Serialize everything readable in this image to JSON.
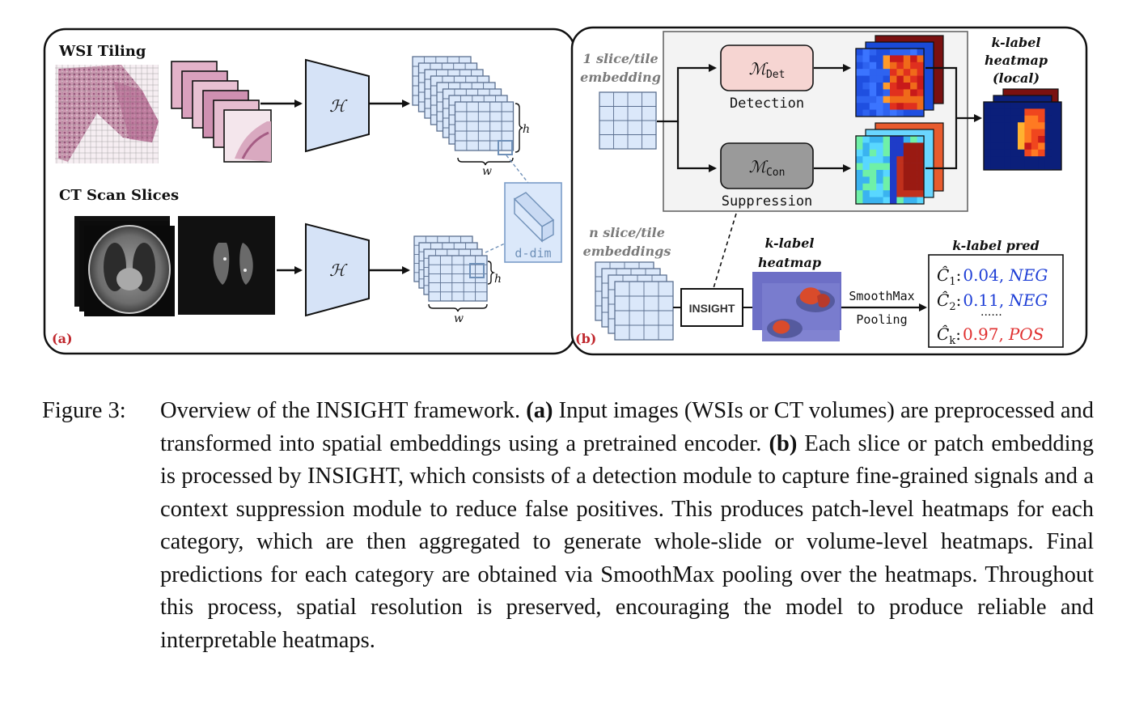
{
  "panel_a": {
    "wsi_title": "WSI Tiling",
    "ct_title": "CT Scan Slices",
    "encoder_symbol": "ℋ",
    "dim_h": "h",
    "dim_w": "w",
    "embed_dim": "d-dim",
    "tag": "(a)"
  },
  "panel_b": {
    "single_embed_l1": "1 slice/tile",
    "single_embed_l2": "embedding",
    "det_symbol": "ℳ",
    "det_sub": "Det",
    "det_label": "Detection",
    "con_symbol": "ℳ",
    "con_sub": "Con",
    "con_label": "Suppression",
    "local_l1": "k-label",
    "local_l2": "heatmap",
    "local_l3": "(local)",
    "multi_embed_l1": "n slice/tile",
    "multi_embed_l2": "embeddings",
    "insight_label": "INSIGHT",
    "global_l1": "k-label",
    "global_l2": "heatmap",
    "pool_l1": "SmoothMax",
    "pool_l2": "Pooling",
    "pred_title": "k-label pred",
    "preds": [
      {
        "label": "Ĉ",
        "sub": "1",
        "value": "0.04,",
        "cls": "NEG",
        "color": "#1f3fd6"
      },
      {
        "label": "Ĉ",
        "sub": "2",
        "value": "0.11,",
        "cls": "NEG",
        "color": "#1f3fd6"
      },
      {
        "label": "Ĉ",
        "sub": "k",
        "value": "0.97,",
        "cls": "POS",
        "color": "#e03030"
      }
    ],
    "pred_dots": "......",
    "tag": "(b)"
  },
  "caption": {
    "lead": "Figure 3:",
    "s1": "Overview of the INSIGHT framework. ",
    "b1": "(a)",
    "s2": " Input images (WSIs or CT volumes) are preprocessed and transformed into spatial embeddings using a pretrained encoder. ",
    "b2": "(b)",
    "s3": " Each slice or patch embedding is processed by INSIGHT, which consists of a detection module to capture fine-grained signals and a context suppression module to reduce false positives. This produces patch-level heatmaps for each category, which are then aggregated to generate whole-slide or volume-level heatmaps. Final predictions for each category are obtained via SmoothMax pooling over the heatmaps. Throughout this process, spatial resolution is preserved, encouraging the model to produce reliable and interpretable heatmaps."
  },
  "colors": {
    "grid_fill": "#dbe8fa",
    "grid_line": "#5b6f90",
    "encoder_fill": "#d6e3f7",
    "det_fill": "#f6d5d2",
    "con_fill": "#9a9a9a",
    "neg": "#1f3fd6",
    "pos": "#e03030"
  }
}
